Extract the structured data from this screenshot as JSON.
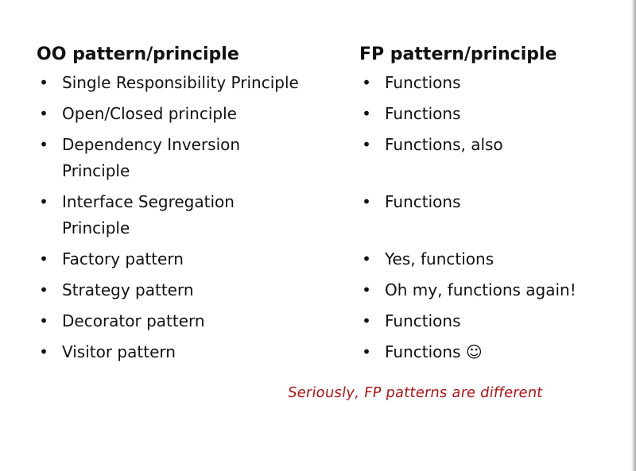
{
  "columns": {
    "oo": {
      "header": "OO pattern/principle",
      "items": [
        "Single Responsibility Principle",
        "Open/Closed principle",
        "Dependency Inversion Principle",
        "Interface Segregation Principle",
        "Factory pattern",
        "Strategy pattern",
        "Decorator pattern",
        "Visitor pattern"
      ]
    },
    "fp": {
      "header": "FP pattern/principle",
      "items": [
        "Functions",
        "Functions",
        "Functions, also",
        "Functions",
        "Yes, functions",
        "Oh my, functions again!",
        "Functions",
        "Functions ☺"
      ]
    }
  },
  "bullet_glyph": "•",
  "note": "Seriously, FP patterns are different",
  "colors": {
    "text": "#111111",
    "note": "#b01515",
    "background": "#ffffff"
  }
}
